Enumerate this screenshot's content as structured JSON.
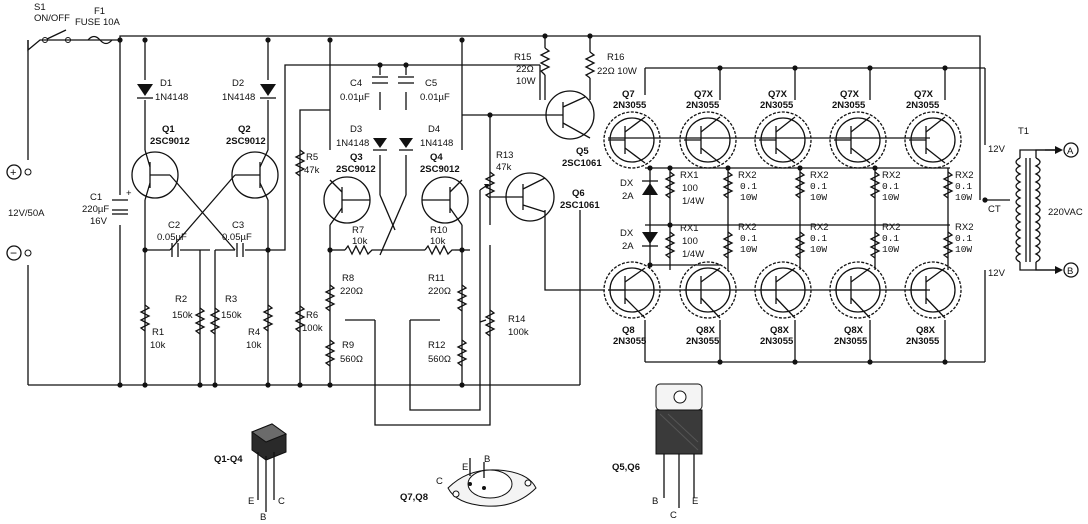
{
  "labels": {
    "s1": "S1",
    "s1_val": "ON/OFF",
    "f1": "F1",
    "f1_val": "FUSE 10A",
    "battery": "12V/50A",
    "plus": "+",
    "minus": "−",
    "c1": "C1",
    "c1_v1": "220µF",
    "c1_v2": "16V",
    "d1": "D1",
    "d1_val": "1N4148",
    "d2": "D2",
    "d2_val": "1N4148",
    "q1": "Q1",
    "q1_val": "2SC9012",
    "q2": "Q2",
    "q2_val": "2SC9012",
    "c2": "C2",
    "c2_val": "0.05µF",
    "c3": "C3",
    "c3_val": "0.05µF",
    "r1": "R1",
    "r1_val": "10k",
    "r2": "R2",
    "r2_val": "150k",
    "r3": "R3",
    "r3_val": "150k",
    "r4": "R4",
    "r4_val": "10k",
    "c4": "C4",
    "c4_val": "0.01µF",
    "c5": "C5",
    "c5_val": "0.01µF",
    "d3": "D3",
    "d3_val": "1N4148",
    "d4": "D4",
    "d4_val": "1N4148",
    "q3": "Q3",
    "q3_val": "2SC9012",
    "q4": "Q4",
    "q4_val": "2SC9012",
    "r5": "R5",
    "r5_val": "47k",
    "r6": "R6",
    "r6_val": "100k",
    "r7": "R7",
    "r7_val": "10k",
    "r8": "R8",
    "r8_val": "220Ω",
    "r9": "R9",
    "r9_val": "560Ω",
    "r10": "R10",
    "r10_val": "10k",
    "r11": "R11",
    "r11_val": "220Ω",
    "r12": "R12",
    "r12_val": "560Ω",
    "r13": "R13",
    "r13_val": "47k",
    "r14": "R14",
    "r14_val": "100k",
    "r15": "R15",
    "r15_v1": "22Ω",
    "r15_v2": "10W",
    "r16": "R16",
    "r16_val": "22Ω 10W",
    "q5": "Q5",
    "q5_val": "2SC1061",
    "q6": "Q6",
    "q6_val": "2SC1061",
    "q7": "Q7",
    "q7x": "Q7X",
    "q8": "Q8",
    "q8x": "Q8X",
    "pwr_type": "2N3055",
    "dx": "DX",
    "dx_val": "2A",
    "rx1": "RX1",
    "rx1_v1": "100",
    "rx1_v2": "1/4W",
    "rx2": "RX2",
    "rx2_v1": "0.1",
    "rx2_v2": "10W",
    "t1": "T1",
    "v12": "12V",
    "ct": "CT",
    "vout": "220VAC",
    "out_a": "A",
    "out_b": "B",
    "pkg_q1q4": "Q1-Q4",
    "pkg_q7q8": "Q7,Q8",
    "pkg_q5q6": "Q5,Q6",
    "pin_e": "E",
    "pin_b": "B",
    "pin_c": "C"
  }
}
